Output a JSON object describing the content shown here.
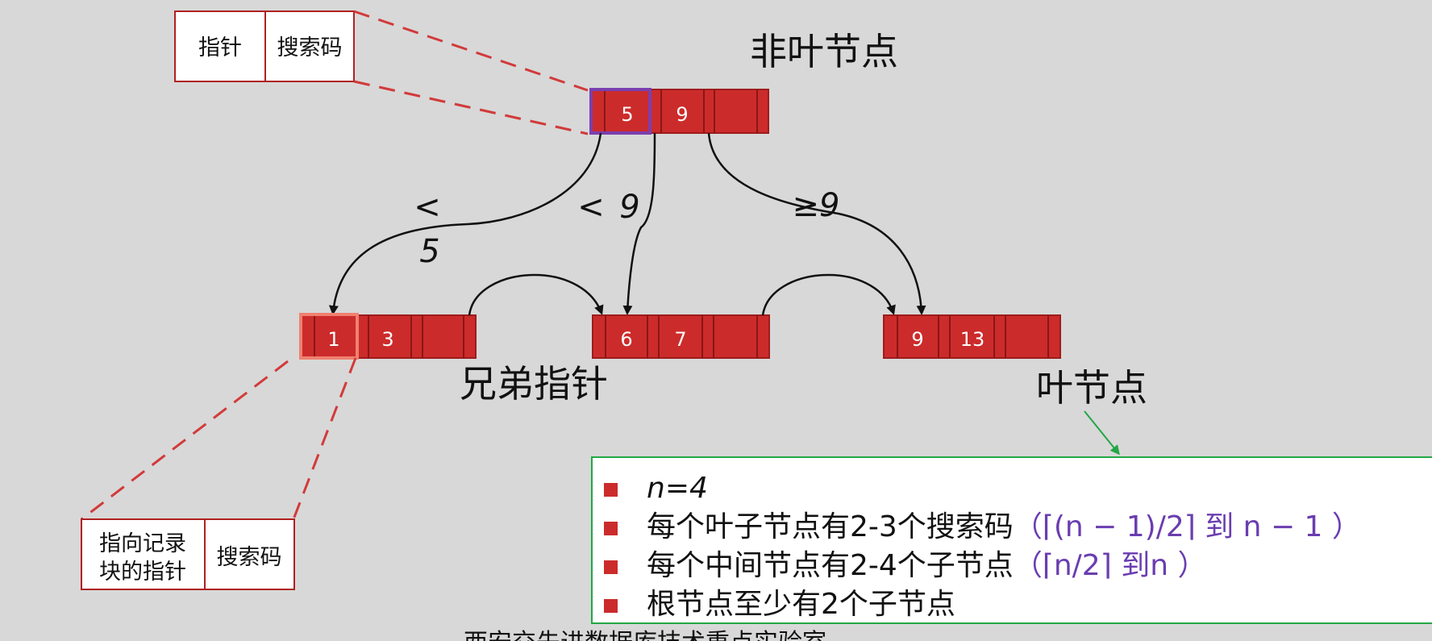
{
  "legend_top": {
    "pointer": "指针",
    "search_key": "搜索码"
  },
  "legend_bottom": {
    "pointer_line1": "指向记录",
    "pointer_line2": "块的指针",
    "search_key": "搜索码"
  },
  "root": {
    "label": "非叶节点",
    "keys": [
      "5",
      "9"
    ]
  },
  "leaves": [
    {
      "keys": [
        "1",
        "3"
      ]
    },
    {
      "keys": [
        "6",
        "7"
      ]
    },
    {
      "keys": [
        "9",
        "13"
      ]
    }
  ],
  "edge_labels": {
    "lt5_a": "<",
    "lt5_b": "5",
    "lt9_a": "<",
    "lt9_b": "9",
    "ge9": "≥9"
  },
  "sibling_label": "兄弟指针",
  "leaf_label": "叶节点",
  "notes": [
    {
      "text": "n=4"
    },
    {
      "text": "每个叶子节点有2-3个搜索码",
      "formula": "（⌈(n − 1)/2⌉ 到  n − 1 ）"
    },
    {
      "text": "每个中间节点有2-4个子节点",
      "formula": "（⌈n/2⌉ 到n ）"
    },
    {
      "text": "根节点至少有2个子节点"
    }
  ],
  "footer": "西安交先进数据库技术重点实验室",
  "colors": {
    "node_fill": "#cc2b2b",
    "node_stroke": "#9e1c1c",
    "highlight_root": "#7a3fb0",
    "highlight_leaf": "#f08070",
    "dashed_line": "#d23a3a",
    "note_border": "#22a745",
    "background": "#d8d8d8"
  }
}
